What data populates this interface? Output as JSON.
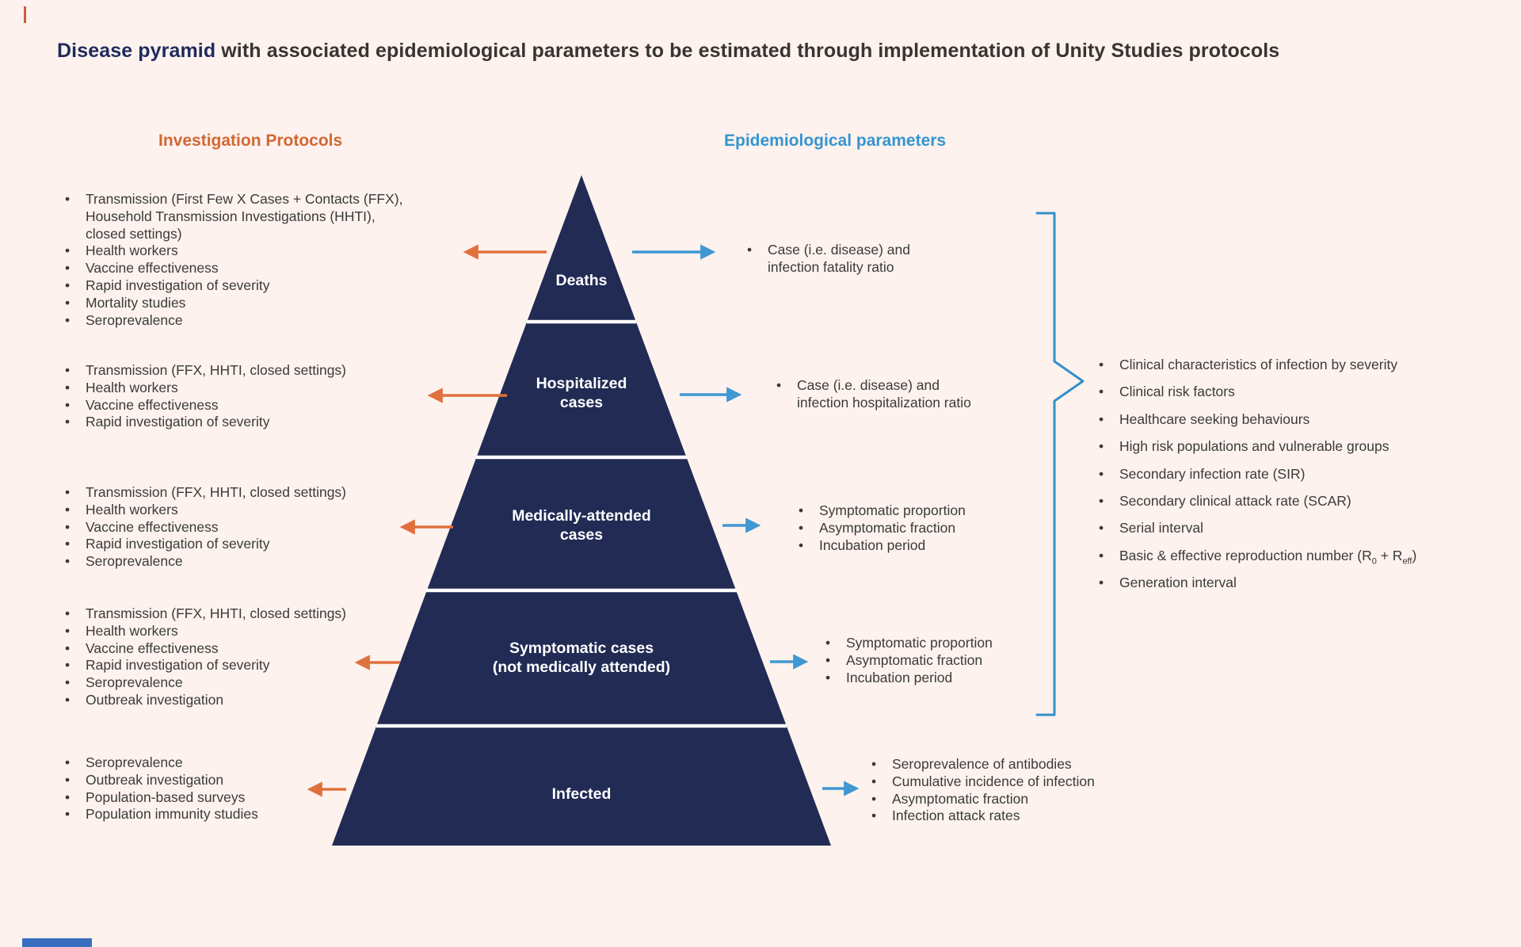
{
  "title": {
    "emphasis": "Disease pyramid",
    "rest": " with associated epidemiological parameters to be estimated through implementation of Unity Studies protocols"
  },
  "column_headers": {
    "investigation": "Investigation Protocols",
    "epidemiological": "Epidemiological parameters"
  },
  "pyramid": {
    "levels": [
      {
        "label": "Deaths"
      },
      {
        "label": "Hospitalized cases"
      },
      {
        "label": "Medically-attended cases"
      },
      {
        "line1": "Symptomatic cases",
        "line2": "(not medically attended)"
      },
      {
        "label": "Infected"
      }
    ]
  },
  "protocols": [
    {
      "level": "Deaths",
      "items": [
        "Transmission (First Few X Cases + Contacts (FFX),\nHousehold Transmission Investigations (HHTI),\nclosed settings)",
        "Health workers",
        "Vaccine effectiveness",
        "Rapid investigation of severity",
        "Mortality studies",
        "Seroprevalence"
      ]
    },
    {
      "level": "Hospitalized cases",
      "items": [
        "Transmission (FFX, HHTI, closed settings)",
        "Health workers",
        "Vaccine effectiveness",
        "Rapid investigation of severity"
      ]
    },
    {
      "level": "Medically-attended cases",
      "items": [
        "Transmission (FFX, HHTI, closed settings)",
        "Health workers",
        "Vaccine effectiveness",
        "Rapid investigation of severity",
        "Seroprevalence"
      ]
    },
    {
      "level": "Symptomatic cases (not medically attended)",
      "items": [
        "Transmission (FFX, HHTI, closed settings)",
        "Health workers",
        "Vaccine effectiveness",
        "Rapid investigation of severity",
        "Seroprevalence",
        "Outbreak investigation"
      ]
    },
    {
      "level": "Infected",
      "items": [
        "Seroprevalence",
        "Outbreak investigation",
        "Population-based surveys",
        "Population immunity studies"
      ]
    }
  ],
  "parameters": [
    {
      "level": "Deaths",
      "items": [
        "Case (i.e. disease) and\ninfection fatality ratio"
      ]
    },
    {
      "level": "Hospitalized cases",
      "items": [
        "Case (i.e. disease) and\ninfection hospitalization ratio"
      ]
    },
    {
      "level": "Medically-attended cases",
      "items": [
        "Symptomatic proportion",
        "Asymptomatic fraction",
        "Incubation period"
      ]
    },
    {
      "level": "Symptomatic cases (not medically attended)",
      "items": [
        "Symptomatic proportion",
        "Asymptomatic fraction",
        "Incubation period"
      ]
    },
    {
      "level": "Infected",
      "items": [
        "Seroprevalence of antibodies",
        "Cumulative incidence of infection",
        "Asymptomatic fraction",
        "Infection attack rates"
      ]
    }
  ],
  "general_parameters": {
    "items": [
      "Clinical characteristics of infection by severity",
      "Clinical risk factors",
      "Healthcare seeking behaviours",
      "High risk populations and vulnerable groups",
      "Secondary infection rate (SIR)",
      "Secondary clinical attack rate (SCAR)",
      "Serial interval",
      {
        "pre": "Basic & effective reproduction number (R",
        "sub0": "0",
        "mid": " + R",
        "subeff": "eff",
        "post": ")"
      },
      "Generation interval"
    ]
  },
  "colors": {
    "background": "#fdf2ee",
    "pyramid_navy": "#212b54",
    "title_navy": "#1f2b5e",
    "orange_accent": "#e0713c",
    "blue_accent": "#3f98d3",
    "brace_blue": "#338fc9",
    "body_text": "#3a3a3a"
  }
}
